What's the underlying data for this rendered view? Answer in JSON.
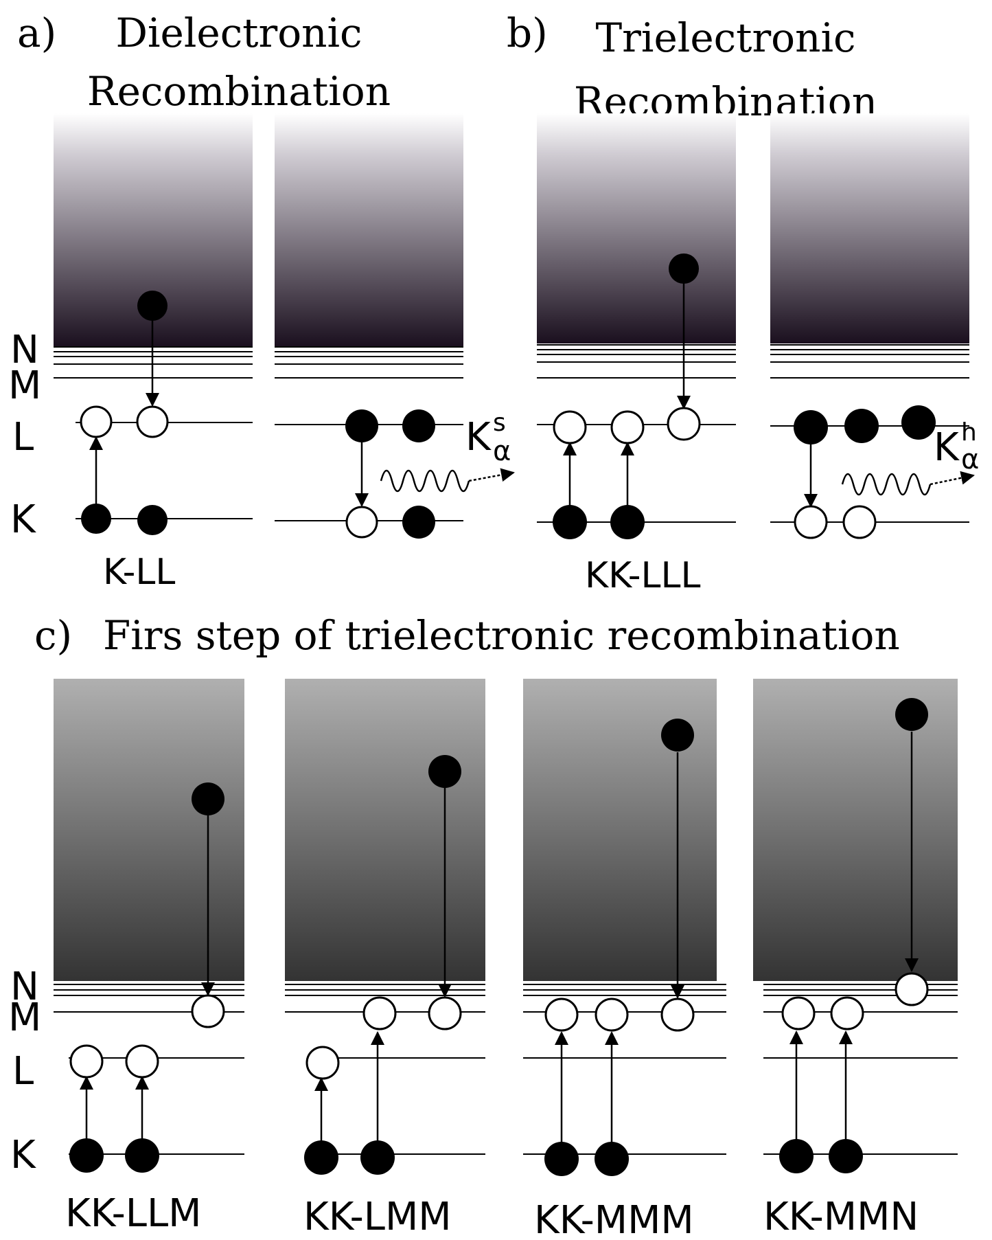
{
  "sections": {
    "a": {
      "letter": "a)",
      "title_line1": "Dielectronic",
      "title_line2": "Recombination",
      "process_label": "K-LL",
      "photon_label": "K",
      "photon_sub": "α",
      "photon_sup": "s"
    },
    "b": {
      "letter": "b)",
      "title_line1": "Trielectronic",
      "title_line2": "Recombination",
      "process_label": "KK-LLL",
      "photon_label": "K",
      "photon_sub": "α",
      "photon_sup": "h"
    },
    "c": {
      "letter": "c)",
      "title": "Firs step of trielectronic recombination",
      "process_labels": [
        "KK-LLM",
        "KK-LMM",
        "KK-MMM",
        "KK-MMN"
      ]
    }
  },
  "shell_labels": {
    "N": "N",
    "M": "M",
    "L": "L",
    "K": "K"
  },
  "colors": {
    "continuum_dark_top": "#1a0f1e",
    "continuum_gray_bottom": "#333333",
    "electron_fill": "#000000",
    "hole_fill": "#ffffff"
  }
}
